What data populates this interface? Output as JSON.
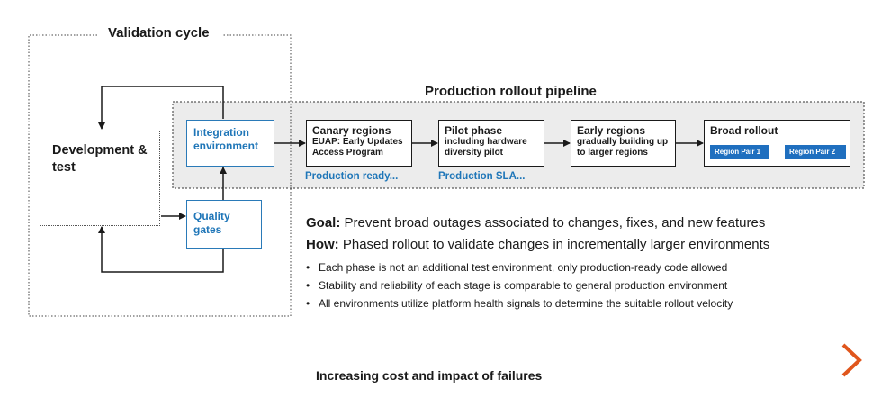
{
  "validation_cycle": {
    "title": "Validation cycle"
  },
  "pipeline": {
    "title": "Production rollout pipeline"
  },
  "dev_test": {
    "label": "Development & test",
    "icon": "flask-icon"
  },
  "integration": {
    "label": "Integration environment"
  },
  "quality_gates": {
    "label": "Quality gates"
  },
  "stages": [
    {
      "title": "Canary regions",
      "desc": "EUAP: Early Updates Access Program"
    },
    {
      "title": "Pilot phase",
      "desc": "including hardware diversity pilot"
    },
    {
      "title": "Early regions",
      "desc": "gradually building up to larger regions"
    },
    {
      "title": "Broad rollout",
      "desc": ""
    }
  ],
  "region_pairs": [
    "Region Pair 1",
    "Region Pair 2"
  ],
  "notes": {
    "production_ready": "Production ready...",
    "production_sla": "Production SLA..."
  },
  "goal": {
    "label": "Goal:",
    "text": "Prevent broad outages associated to changes, fixes, and new features"
  },
  "how": {
    "label": "How:",
    "text": "Phased rollout to validate changes in incrementally larger environments"
  },
  "bullets": [
    "Each phase is not an additional test environment, only production-ready code allowed",
    "Stability and reliability of each stage is comparable to general production environment",
    "All environments utilize platform health signals to determine the suitable rollout velocity"
  ],
  "cost_arrow": {
    "label": "Increasing cost and impact of failures"
  },
  "colors": {
    "blue": "#1f76b8",
    "arrow_start": "#1a8a2a",
    "arrow_end": "#e0561c",
    "pipeline_bg": "#ececec"
  }
}
